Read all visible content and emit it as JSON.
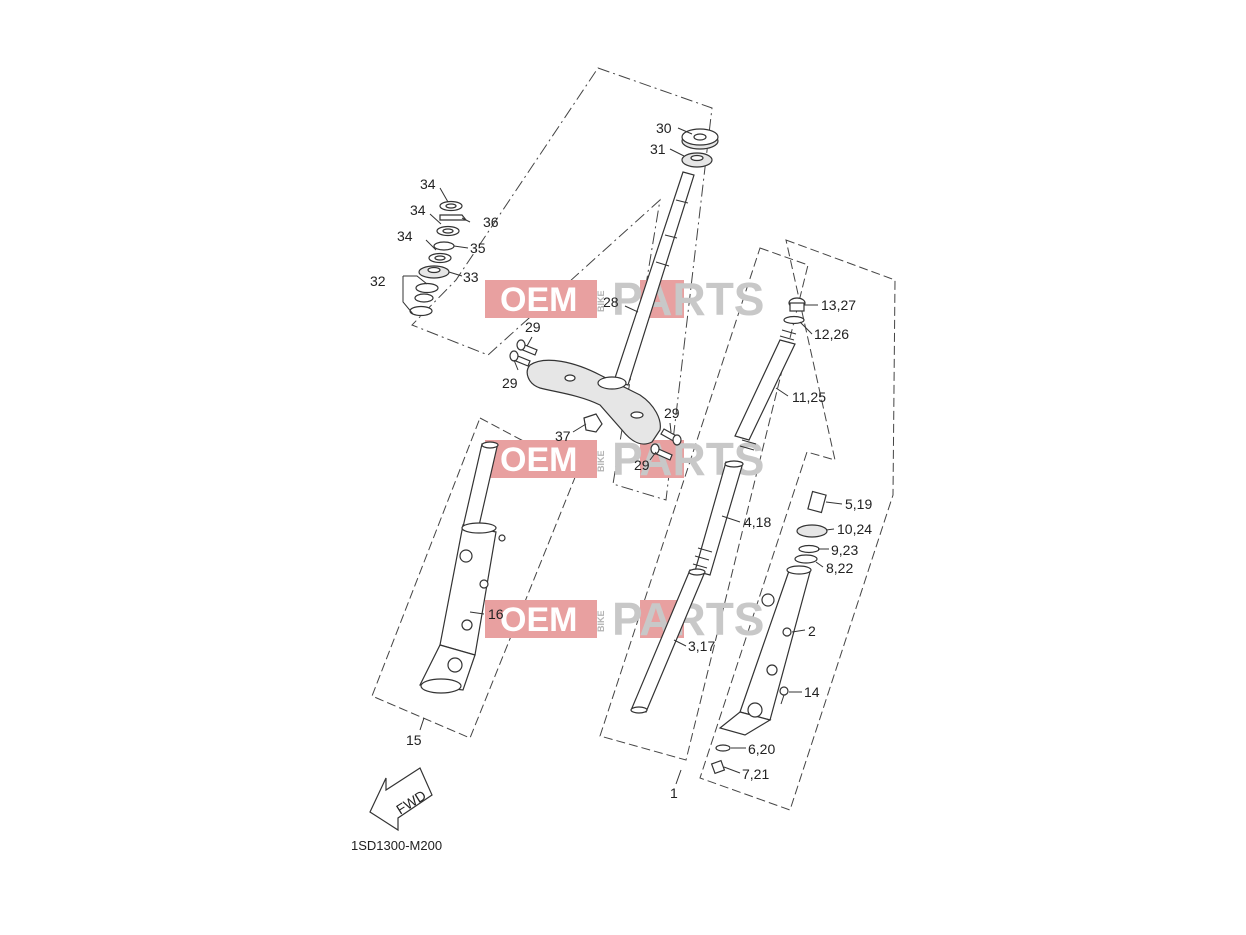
{
  "diagram_code": "1SD1300-M200",
  "fwd_label": "FWD",
  "watermark": {
    "oem": "OEM",
    "bike": "BIKE",
    "parts": "PARTS"
  },
  "labels": {
    "p30": "30",
    "p31": "31",
    "p34a": "34",
    "p34b": "34",
    "p34c": "34",
    "p36": "36",
    "p35": "35",
    "p33": "33",
    "p32": "32",
    "p28": "28",
    "p29a": "29",
    "p29b": "29",
    "p29c": "29",
    "p29d": "29",
    "p37": "37",
    "p16": "16",
    "p15": "15",
    "p1": "1",
    "p13": "13,27",
    "p12": "12,26",
    "p11": "11,25",
    "p4": "4,18",
    "p3": "3,17",
    "p5": "5,19",
    "p10": "10,24",
    "p9": "9,23",
    "p8": "8,22",
    "p2": "2",
    "p14": "14",
    "p6": "6,20",
    "p7": "7,21"
  },
  "colors": {
    "watermark_red": "#e8a0a0",
    "line": "#333333",
    "part_fill": "#ffffff"
  }
}
